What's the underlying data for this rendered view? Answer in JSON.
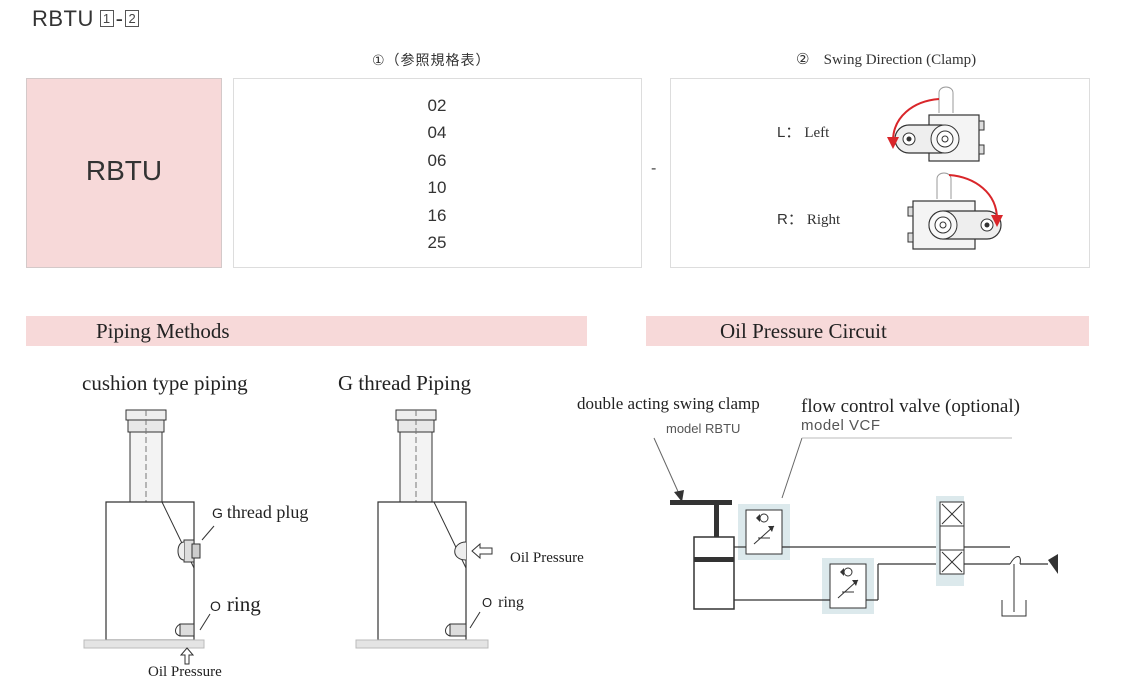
{
  "header": {
    "model": "RBTU",
    "box1": "1",
    "dash": "-",
    "box2": "2"
  },
  "spec_col1": {
    "heading": "①（参照規格表）",
    "codes": [
      "02",
      "04",
      "06",
      "10",
      "16",
      "25"
    ]
  },
  "model_name": "RBTU",
  "separator": "-",
  "spec_col2": {
    "heading_num": "②",
    "heading_text": "Swing Direction (Clamp)",
    "left_code": "L：",
    "left_label": "Left",
    "right_code": "R：",
    "right_label": "Right"
  },
  "piping": {
    "section_title": "Piping Methods",
    "cushion_title": "cushion type piping",
    "g_thread_title": "G thread Piping",
    "g_prefix": "G",
    "thread_plug": "thread plug",
    "o_prefix_1": "O",
    "ring_1": "ring",
    "oil_pressure_bottom": "Oil Pressure",
    "oil_pressure_side": "Oil Pressure",
    "o_prefix_2": "O",
    "ring_2": "ring"
  },
  "circuit": {
    "section_title": "Oil Pressure Circuit",
    "clamp_label": "double acting swing clamp",
    "clamp_model": "model RBTU",
    "valve_label": "flow control valve (optional)",
    "valve_model": "model VCF"
  },
  "colors": {
    "pink": "#f7d9d9",
    "arrow_red": "#d9262a",
    "valve_blue": "#dce9ec"
  }
}
